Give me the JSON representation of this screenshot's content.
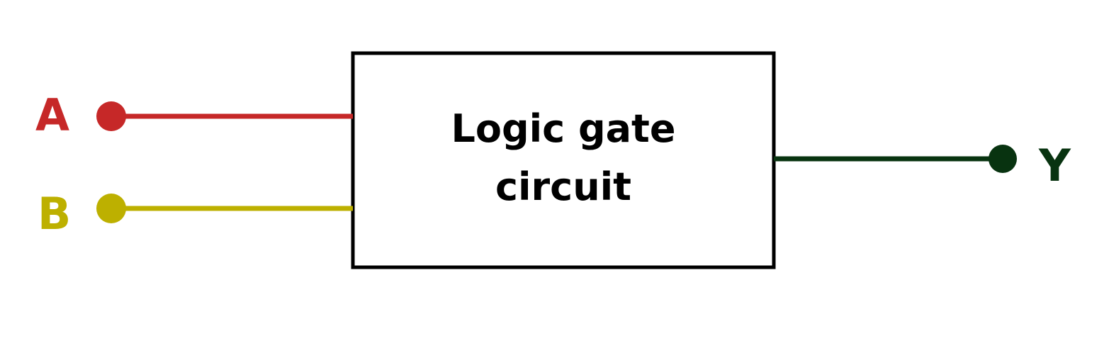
{
  "diagram": {
    "block": {
      "line1": "Logic gate",
      "line2": "circuit"
    },
    "inputs": [
      {
        "label": "A",
        "color": "#c62828"
      },
      {
        "label": "B",
        "color": "#bdb000"
      }
    ],
    "output": {
      "label": "Y",
      "color": "#083310"
    },
    "colors": {
      "outline": "#000000",
      "background": "#ffffff"
    }
  }
}
